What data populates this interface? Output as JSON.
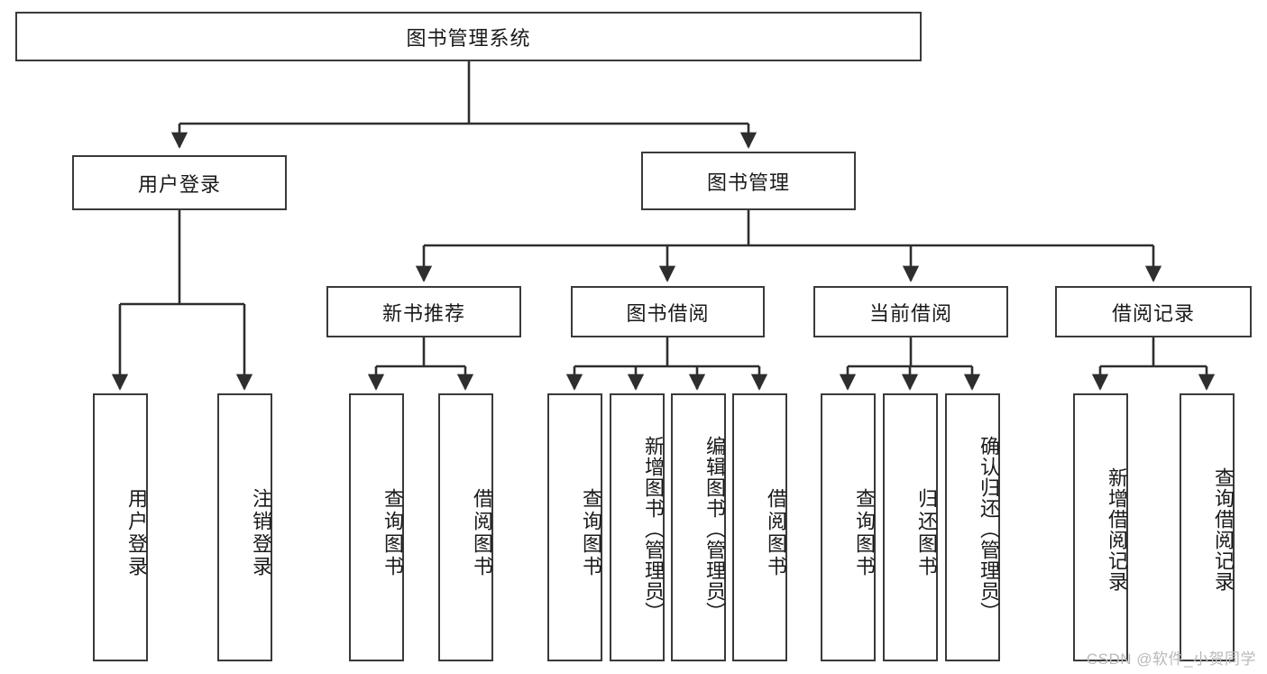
{
  "diagram": {
    "type": "tree-hierarchy",
    "title": "图书管理系统",
    "watermark": "CSDN @软件_小贺同学",
    "colors": {
      "stroke": "#3a3a3a",
      "fill": "#ffffff",
      "text": "#1a1a1a",
      "watermark": "#b9b9b9"
    },
    "nodes": {
      "root": {
        "label": "图书管理系统"
      },
      "level2": [
        {
          "id": "user-login",
          "label": "用户登录"
        },
        {
          "id": "book-manage",
          "label": "图书管理"
        }
      ],
      "level3": [
        {
          "id": "new-book-rec",
          "label": "新书推荐"
        },
        {
          "id": "book-borrow",
          "label": "图书借阅"
        },
        {
          "id": "current-borrow",
          "label": "当前借阅"
        },
        {
          "id": "borrow-record",
          "label": "借阅记录"
        }
      ],
      "leaves": {
        "user-login": [
          {
            "id": "leaf-user-login",
            "label": "用户登录"
          },
          {
            "id": "leaf-user-logout",
            "label": "注销登录"
          }
        ],
        "new-book-rec": [
          {
            "id": "leaf-query-book-1",
            "label": "查询图书"
          },
          {
            "id": "leaf-borrow-book-1",
            "label": "借阅图书"
          }
        ],
        "book-borrow": [
          {
            "id": "leaf-query-book-2",
            "label": "查询图书"
          },
          {
            "id": "leaf-add-book",
            "label": "新增图书（管理员）"
          },
          {
            "id": "leaf-edit-book",
            "label": "编辑图书（管理员）"
          },
          {
            "id": "leaf-borrow-book-2",
            "label": "借阅图书"
          }
        ],
        "current-borrow": [
          {
            "id": "leaf-query-book-3",
            "label": "查询图书"
          },
          {
            "id": "leaf-return-book",
            "label": "归还图书"
          },
          {
            "id": "leaf-confirm-return",
            "label": "确认归还（管理员）"
          }
        ],
        "borrow-record": [
          {
            "id": "leaf-add-record",
            "label": "新增借阅记录"
          },
          {
            "id": "leaf-query-record",
            "label": "查询借阅记录"
          }
        ]
      }
    }
  }
}
